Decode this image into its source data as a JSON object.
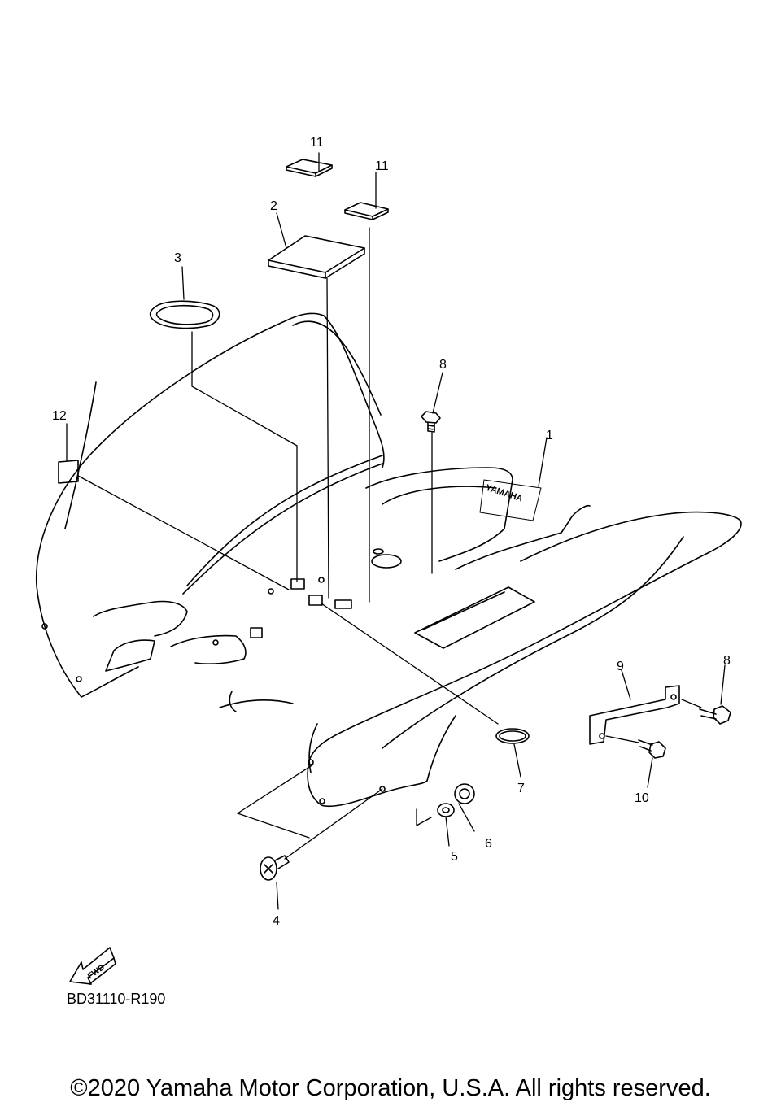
{
  "callouts": [
    {
      "id": "c1",
      "text": "1"
    },
    {
      "id": "c2",
      "text": "2"
    },
    {
      "id": "c3",
      "text": "3"
    },
    {
      "id": "c4",
      "text": "4"
    },
    {
      "id": "c5",
      "text": "5"
    },
    {
      "id": "c6",
      "text": "6"
    },
    {
      "id": "c7",
      "text": "7"
    },
    {
      "id": "c8a",
      "text": "8"
    },
    {
      "id": "c8b",
      "text": "8"
    },
    {
      "id": "c9",
      "text": "9"
    },
    {
      "id": "c10",
      "text": "10"
    },
    {
      "id": "c11a",
      "text": "11"
    },
    {
      "id": "c11b",
      "text": "11"
    },
    {
      "id": "c12",
      "text": "12"
    }
  ],
  "fwd_label": "FWD",
  "logo_text": "YAMAHA",
  "diagram_code": "BD31110-R190",
  "copyright": "©2020 Yamaha Motor Corporation, U.S.A. All rights reserved."
}
